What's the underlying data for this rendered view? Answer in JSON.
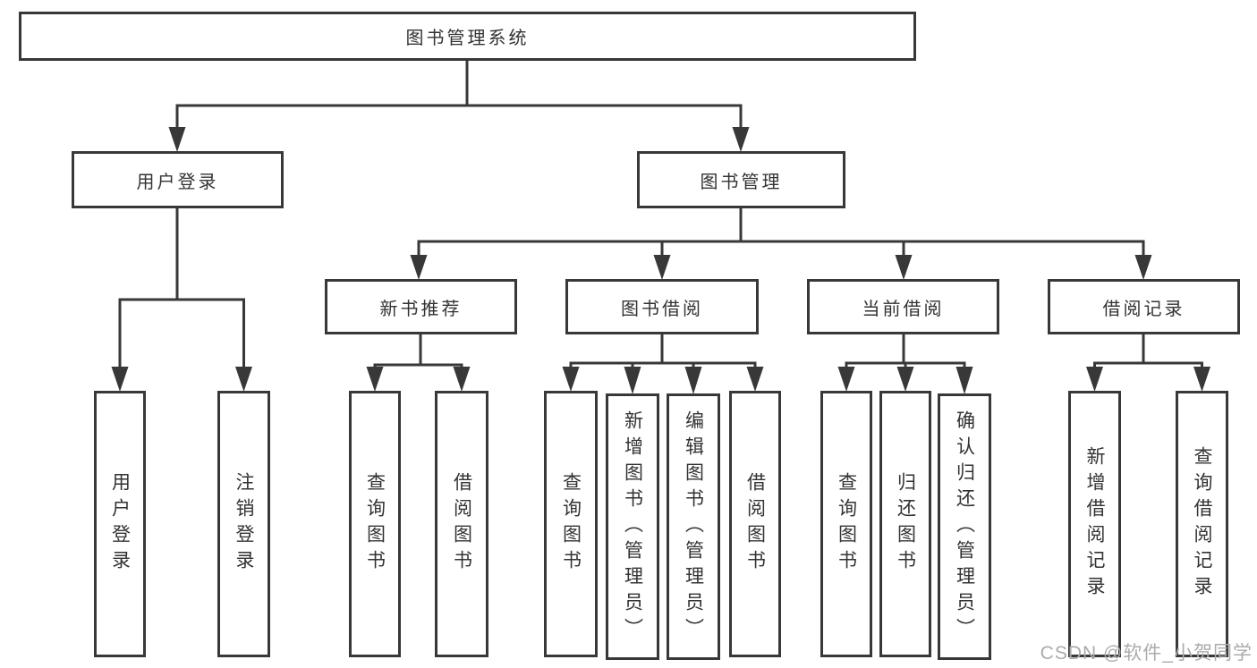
{
  "watermark": {
    "text": "CSDN @软件_小贺同学",
    "color": "#ababab"
  },
  "colors": {
    "line": "#383838",
    "text": "#333333",
    "background": "#ffffff"
  },
  "diagram": {
    "root": {
      "label": "图书管理系统"
    },
    "level2": {
      "user_login": {
        "label": "用户登录"
      },
      "book_management": {
        "label": "图书管理"
      }
    },
    "level3": {
      "new_book_recommend": {
        "label": "新书推荐"
      },
      "book_borrowing": {
        "label": "图书借阅"
      },
      "current_borrowing": {
        "label": "当前借阅"
      },
      "borrowing_records": {
        "label": "借阅记录"
      }
    },
    "leaves": {
      "user_login": [
        "用户登录",
        "注销登录"
      ],
      "new_book_recommend": [
        "查询图书",
        "借阅图书"
      ],
      "book_borrowing": [
        "查询图书",
        "新增图书（管理员）",
        "编辑图书（管理员）",
        "借阅图书"
      ],
      "current_borrowing": [
        "查询图书",
        "归还图书",
        "确认归还（管理员）"
      ],
      "borrowing_records": [
        "新增借阅记录",
        "查询借阅记录"
      ]
    }
  }
}
